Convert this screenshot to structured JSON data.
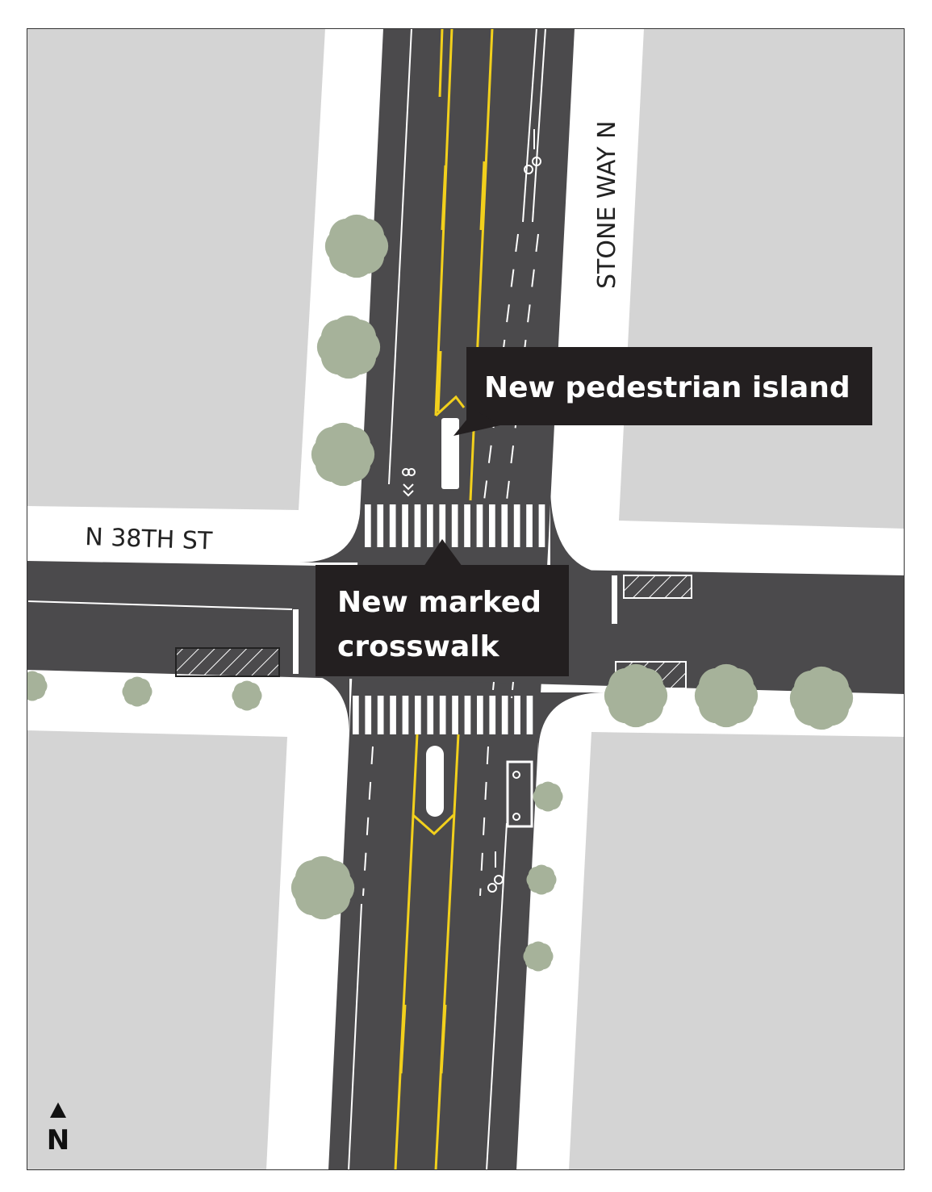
{
  "streets": {
    "horizontal": "N 38TH ST",
    "vertical": "STONE WAY N"
  },
  "callouts": {
    "island": "New pedestrian island",
    "crosswalk_line1": "New marked",
    "crosswalk_line2": "crosswalk"
  },
  "north_arrow": {
    "label": "N",
    "icon": "north-arrow-icon"
  },
  "colors": {
    "block": "#d4d4d4",
    "sidewalk": "#ffffff",
    "road": "#4b4a4c",
    "centerline": "#f2d01c",
    "tree": "#a6b29a",
    "callout": "#231f20"
  }
}
